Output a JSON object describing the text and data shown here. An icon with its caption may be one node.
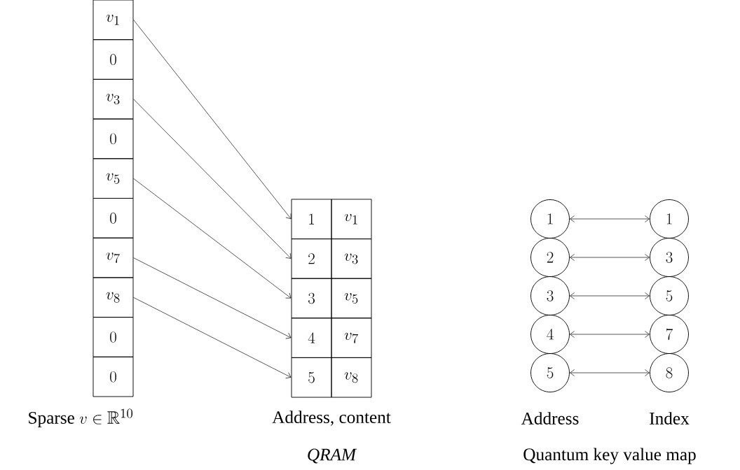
{
  "diagram": {
    "nodes": [
      {
        "text": [
          "v_1"
        ]
      },
      {
        "text": [
          "0"
        ]
      },
      {
        "text": [
          "v_3"
        ]
      },
      {
        "text": [
          "0"
        ]
      },
      {
        "text": [
          "v_5"
        ]
      },
      {
        "text": [
          "0"
        ]
      },
      {
        "text": [
          "v_7"
        ]
      },
      {
        "text": [
          "v_8"
        ]
      },
      {
        "text": [
          "0"
        ]
      },
      {
        "text": [
          "0"
        ]
      },
      {
        "text": [
          "1"
        ]
      },
      {
        "text": [
          "v_1"
        ]
      },
      {
        "text": [
          "2"
        ]
      },
      {
        "text": [
          "v_3"
        ]
      },
      {
        "text": [
          "3"
        ]
      },
      {
        "text": [
          "v_5"
        ]
      },
      {
        "text": [
          "4"
        ]
      },
      {
        "text": [
          "v_7"
        ]
      },
      {
        "text": [
          "5"
        ]
      },
      {
        "text": [
          "v_8"
        ]
      },
      {
        "text": [
          "1"
        ]
      },
      {
        "text": [
          "1"
        ]
      },
      {
        "text": [
          "2"
        ]
      },
      {
        "text": [
          "3"
        ]
      },
      {
        "text": [
          "3"
        ]
      },
      {
        "text": [
          "5"
        ]
      },
      {
        "text": [
          "4"
        ]
      },
      {
        "text": [
          "7"
        ]
      },
      {
        "text": [
          "5"
        ]
      },
      {
        "text": [
          "8"
        ]
      }
    ],
    "edges": [
      {
        "from": 0,
        "to": 10,
        "arrow": "to"
      },
      {
        "from": 2,
        "to": 12,
        "arrow": "to"
      },
      {
        "from": 4,
        "to": 14,
        "arrow": "to"
      },
      {
        "from": 6,
        "to": 16,
        "arrow": "to"
      },
      {
        "from": 7,
        "to": 18,
        "arrow": "to"
      },
      {
        "from": 20,
        "to": 21,
        "arrow": "both"
      },
      {
        "from": 22,
        "to": 23,
        "arrow": "both"
      },
      {
        "from": 24,
        "to": 25,
        "arrow": "both"
      },
      {
        "from": 26,
        "to": 27,
        "arrow": "both"
      },
      {
        "from": 28,
        "to": 29,
        "arrow": "both"
      }
    ],
    "labels": [
      "\\text{Sparse } v \\in \\mathbb{R}^{10}",
      "Address, content",
      "QRAM",
      "Address",
      "Index",
      "Quantum key value map"
    ]
  }
}
